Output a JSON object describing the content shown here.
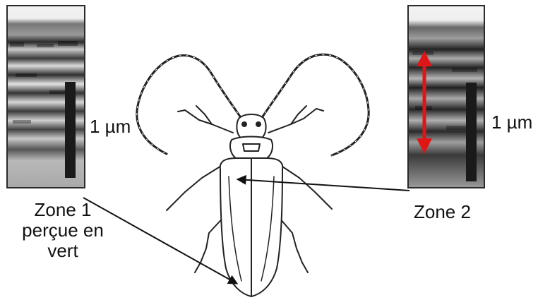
{
  "labels": {
    "zone1_line1": "Zone 1",
    "zone1_line2": "perçue en",
    "zone1_line3": "vert",
    "zone2": "Zone 2",
    "scale_left": "1 µm",
    "scale_right": "1 µm"
  },
  "colors": {
    "outline": "#111111",
    "scale_bar": "#1a1a1a",
    "double_arrow": "#e01515",
    "micrograph_dark": "#1e1e1e",
    "micrograph_light": "#d8d8d8"
  },
  "icons": {
    "insect": "longhorn-beetle-drawing",
    "zone2_marker": "red-double-arrow"
  }
}
